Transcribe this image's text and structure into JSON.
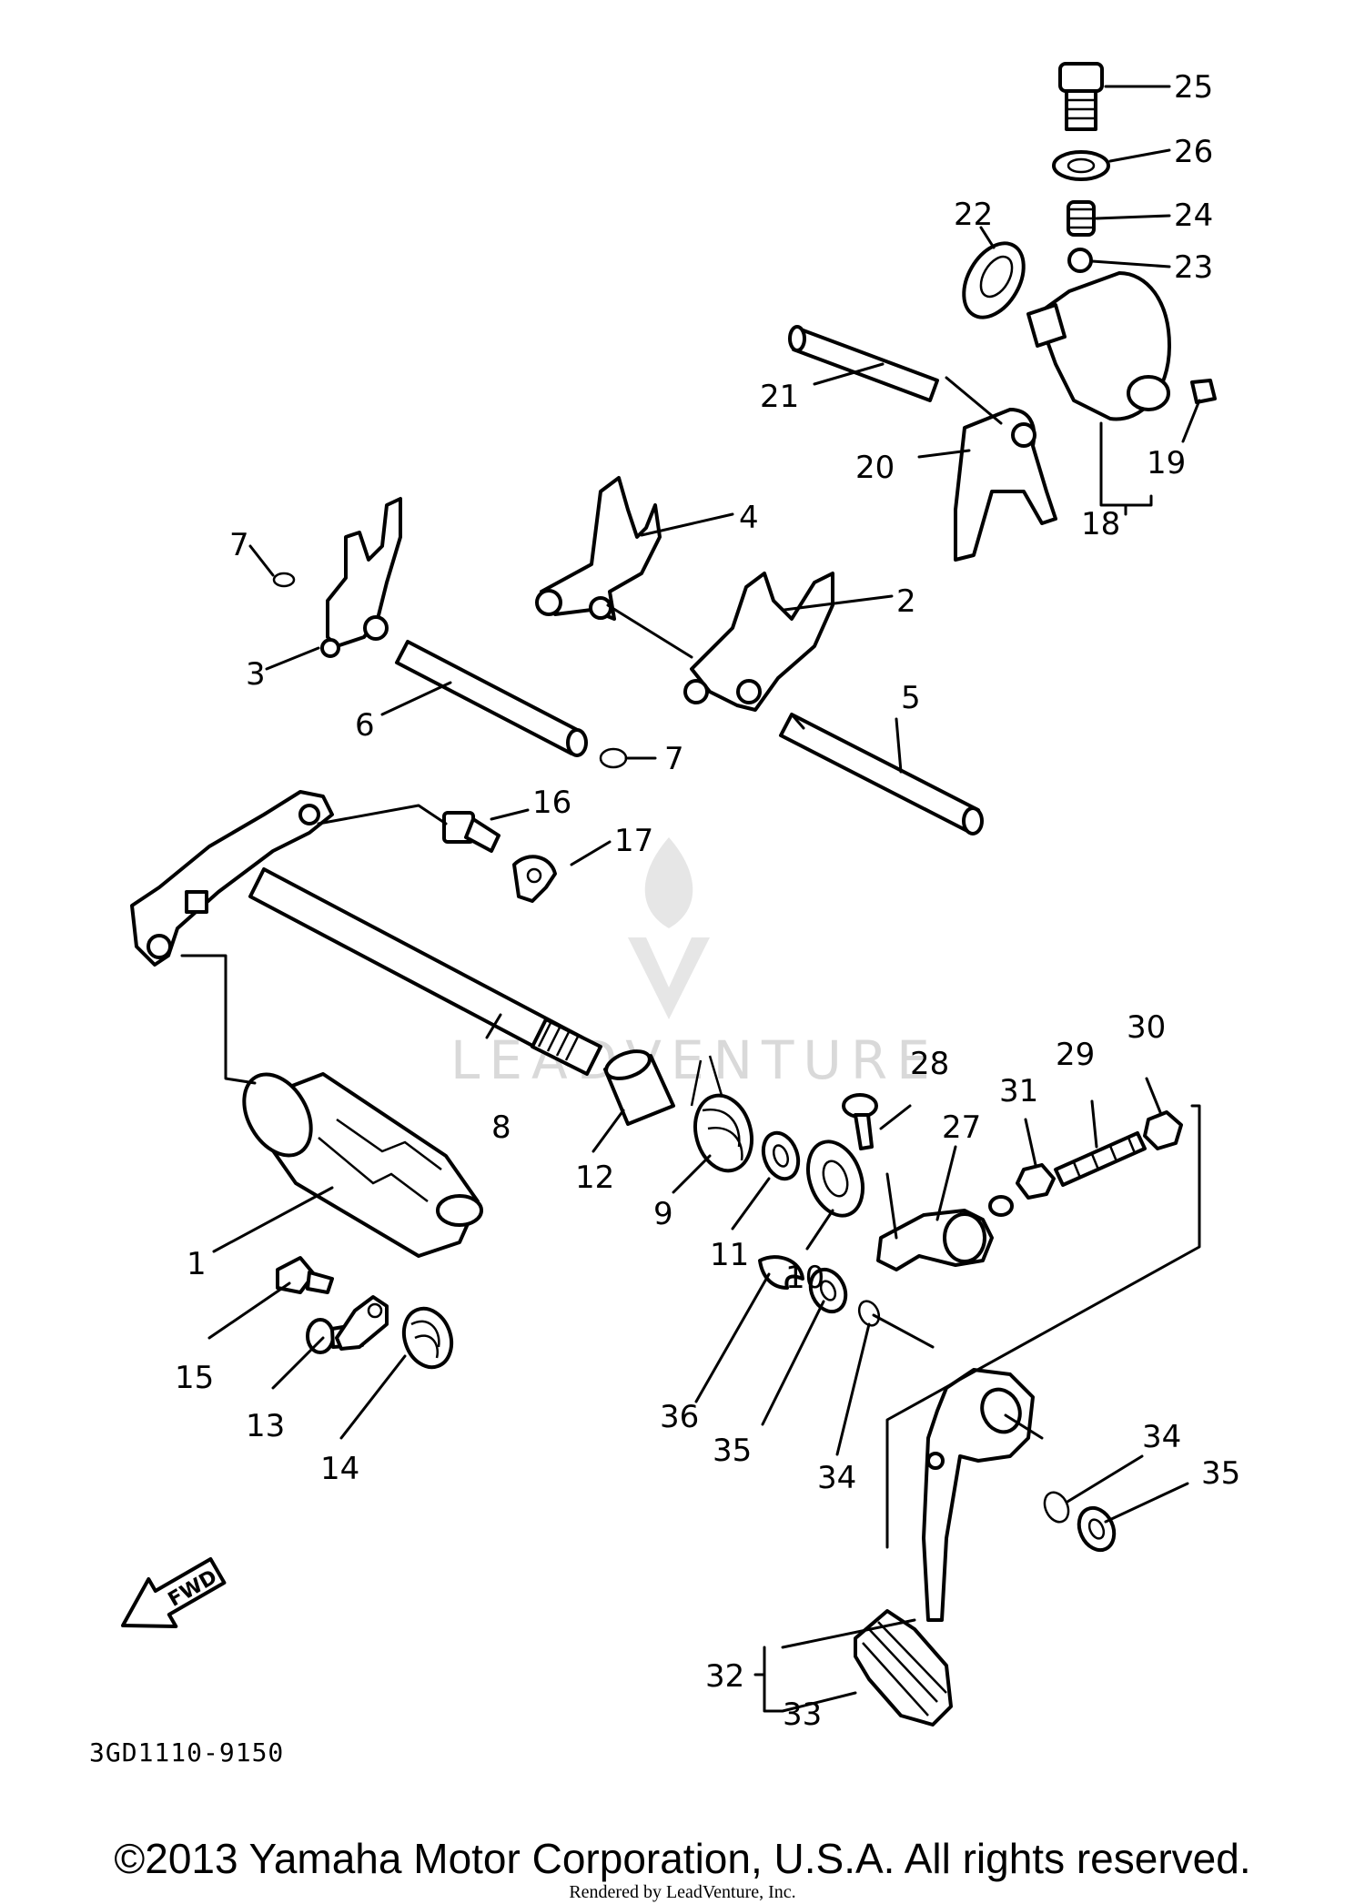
{
  "callouts": {
    "c1": "1",
    "c2": "2",
    "c3": "3",
    "c4": "4",
    "c5": "5",
    "c6": "6",
    "c7a": "7",
    "c7b": "7",
    "c8": "8",
    "c9": "9",
    "c10": "10",
    "c11": "11",
    "c12": "12",
    "c13": "13",
    "c14": "14",
    "c15": "15",
    "c16": "16",
    "c17": "17",
    "c18": "18",
    "c19": "19",
    "c20": "20",
    "c21": "21",
    "c22": "22",
    "c23": "23",
    "c24": "24",
    "c25": "25",
    "c26": "26",
    "c27": "27",
    "c28": "28",
    "c29": "29",
    "c30": "30",
    "c31": "31",
    "c32": "32",
    "c33": "33",
    "c34a": "34",
    "c34b": "34",
    "c35a": "35",
    "c35b": "35",
    "c36": "36"
  },
  "fwd_label": "FWD",
  "diagram_code": "3GD1110-9150",
  "watermark": "LEADVENTURE",
  "footer": {
    "copyright": "©2013 Yamaha Motor Corporation, U.S.A. All rights reserved.",
    "rendered_by": "Rendered by LeadVenture, Inc."
  }
}
